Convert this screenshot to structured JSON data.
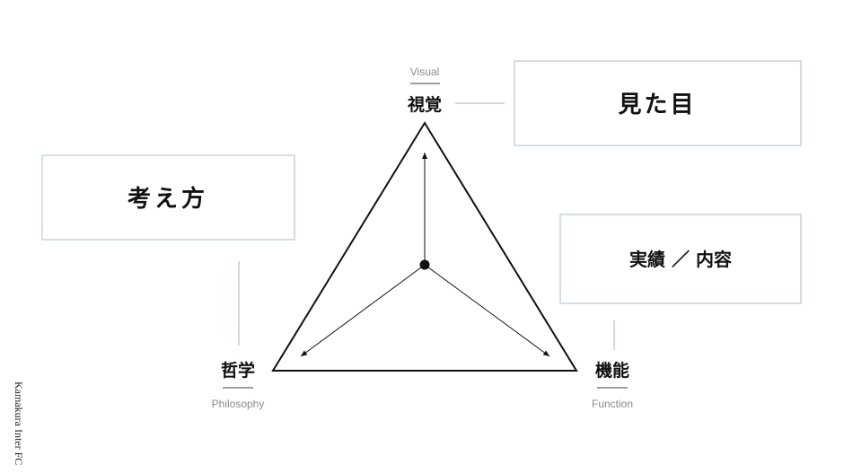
{
  "nodes": {
    "visual": {
      "label": "視覚",
      "english": "Visual"
    },
    "philosophy": {
      "label": "哲学",
      "english": "Philosophy"
    },
    "function": {
      "label": "機能",
      "english": "Function"
    }
  },
  "boxes": {
    "visual": "見た目",
    "philosophy": "考え方",
    "function": "実績 ／ 内容"
  },
  "footer": {
    "brand": "Kamakura Inter FC"
  },
  "colors": {
    "box_border": "#b9c9d6",
    "connector": "#9fb3c4",
    "line": "#111111",
    "english_label": "#8a8a8a"
  }
}
